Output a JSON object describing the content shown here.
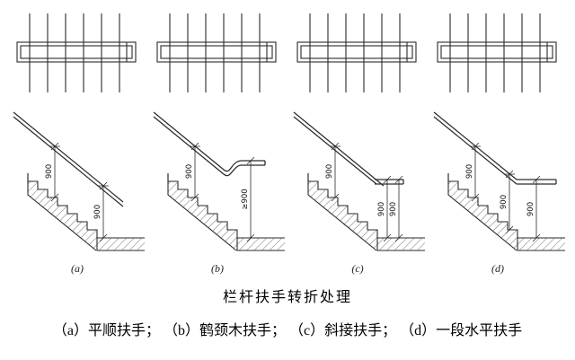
{
  "title": "栏杆扶手转折处理",
  "caption": "（a）平顺扶手； （b）鹤颈木扶手； （c）斜接扶手； （d）一段水平扶手",
  "panels": [
    {
      "label": "(a)",
      "name": "平顺扶手",
      "dims": {
        "flight": "900",
        "landing": "900"
      }
    },
    {
      "label": "(b)",
      "name": "鹤颈木扶手",
      "dims": {
        "flight": "900",
        "landing": "≥900"
      }
    },
    {
      "label": "(c)",
      "name": "斜接扶手",
      "dims": {
        "flight": "900",
        "landing": "900",
        "extra": "900"
      }
    },
    {
      "label": "(d)",
      "name": "一段水平扶手",
      "dims": {
        "flight": "900",
        "landing": "900",
        "extra": "900"
      }
    }
  ],
  "colors": {
    "line": "#2b2b2b",
    "text": "#000000",
    "background": "#ffffff"
  }
}
